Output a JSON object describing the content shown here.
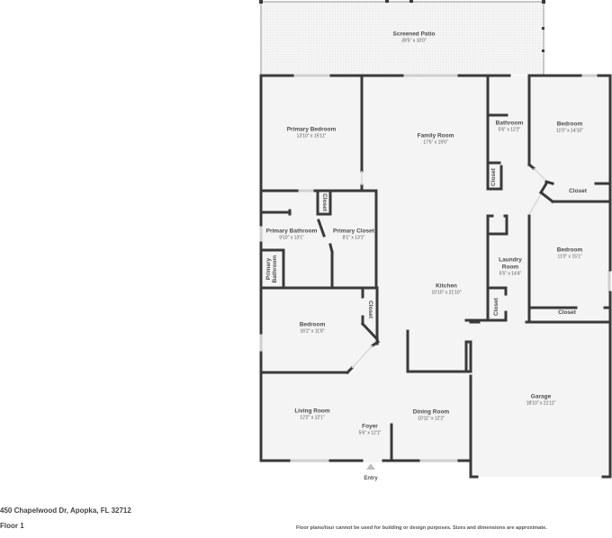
{
  "plan": {
    "colors": {
      "wall": "#3a3a3a",
      "floor": "#f4f4f4",
      "patio_grid": "#e4e4e4",
      "window": "#cfcfcf",
      "background": "#ffffff"
    },
    "rooms": [
      {
        "id": "screened-patio",
        "name": "Screened Patio",
        "dims": "39'5\" x 10'0\""
      },
      {
        "id": "primary-bedroom",
        "name": "Primary Bedroom",
        "dims": "13'10\" x 15'11\""
      },
      {
        "id": "family-room",
        "name": "Family Room",
        "dims": "17'5\" x 19'6\""
      },
      {
        "id": "bathroom",
        "name": "Bathroom",
        "dims": "5'6\" x 12'2\""
      },
      {
        "id": "bedroom-ne",
        "name": "Bedroom",
        "dims": "11'0\" x 14'10\""
      },
      {
        "id": "closet-ne",
        "name": "Closet",
        "dims": ""
      },
      {
        "id": "closet-bath",
        "name": "Closet",
        "dims": ""
      },
      {
        "id": "primary-bathroom",
        "name": "Primary Bathroom",
        "dims": "9'10\" x 13'1\""
      },
      {
        "id": "primary-closet",
        "name": "Primary Closet",
        "dims": "8'1\" x 13'1\""
      },
      {
        "id": "closet-primary",
        "name": "Closet",
        "dims": ""
      },
      {
        "id": "primary-bathroom-wc",
        "name": "Primary Bathroom",
        "dims": ""
      },
      {
        "id": "laundry-room",
        "name": "Laundry Room",
        "dims": "5'5\" x 14'4\""
      },
      {
        "id": "closet-laundry",
        "name": "Closet",
        "dims": ""
      },
      {
        "id": "bedroom-e",
        "name": "Bedroom",
        "dims": "11'0\" x 15'1\""
      },
      {
        "id": "closet-e",
        "name": "Closet",
        "dims": ""
      },
      {
        "id": "kitchen",
        "name": "Kitchen",
        "dims": "10'10\" x 21'10\""
      },
      {
        "id": "bedroom-w",
        "name": "Bedroom",
        "dims": "16'2\" x 11'8\""
      },
      {
        "id": "closet-w",
        "name": "Closet",
        "dims": ""
      },
      {
        "id": "living-room",
        "name": "Living Room",
        "dims": "12'2\" x 12'1\""
      },
      {
        "id": "foyer",
        "name": "Foyer",
        "dims": "5'6\" x 12'1\""
      },
      {
        "id": "dining-room",
        "name": "Dining Room",
        "dims": "10'11\" x 12'2\""
      },
      {
        "id": "garage",
        "name": "Garage",
        "dims": "18'10\" x 21'11\""
      }
    ],
    "entry_label": "Entry",
    "entry_icon": "triangle-up-icon"
  },
  "footer": {
    "address": "450 Chapelwood Dr, Apopka, FL 32712",
    "floor": "Floor 1",
    "disclaimer": "Floor plans/tour cannot be used for building or design purposes. Sizes and dimensions are approximate."
  }
}
